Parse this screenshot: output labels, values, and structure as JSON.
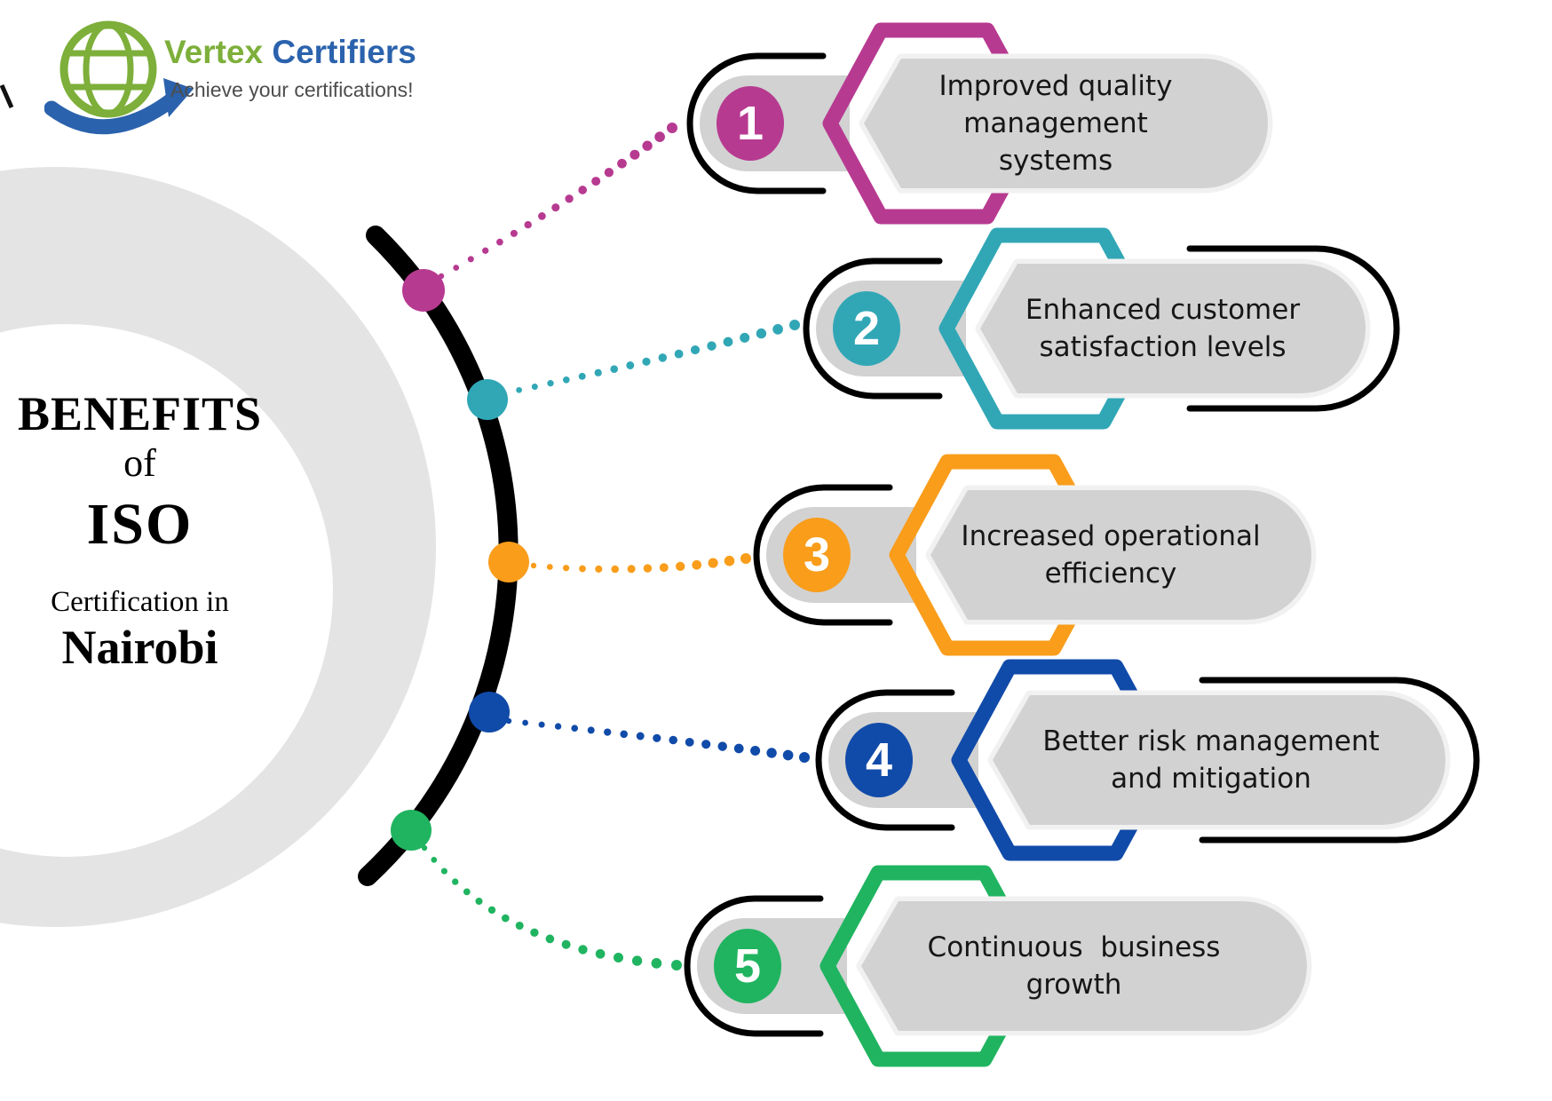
{
  "logo": {
    "brand_primary": "Vertex",
    "brand_secondary": "Certifiers",
    "tagline": "Achieve your certifications!"
  },
  "title": {
    "line1": "BENEFITS",
    "line2": "of",
    "line3": "ISO",
    "line4": "Certification in",
    "line5": "Nairobi"
  },
  "items": [
    {
      "number": "1",
      "color": "#b73a91",
      "label": "Improved quality management systems",
      "lines": [
        "Improved quality",
        "management",
        "systems"
      ]
    },
    {
      "number": "2",
      "color": "#31a7b6",
      "label": "Enhanced customer satisfaction levels",
      "lines": [
        "Enhanced customer",
        "satisfaction levels"
      ]
    },
    {
      "number": "3",
      "color": "#f99d1b",
      "label": "Increased operational efficiency",
      "lines": [
        "Increased operational",
        "efficiency"
      ]
    },
    {
      "number": "4",
      "color": "#114ba9",
      "label": "Better risk management and mitigation",
      "lines": [
        "Better risk management",
        "and mitigation"
      ]
    },
    {
      "number": "5",
      "color": "#20b460",
      "label": "Continuous business growth",
      "lines": [
        "Continuous  business",
        "growth"
      ]
    }
  ],
  "colors": {
    "panel": "#d2d2d2",
    "panel_glow": "#f1f1f1",
    "ring_gray": "#e4e4e4",
    "arc_black": "#000000",
    "logo_green": "#7daf3a",
    "logo_blue": "#2b62ad",
    "tagline_gray": "#4d4d4d"
  }
}
